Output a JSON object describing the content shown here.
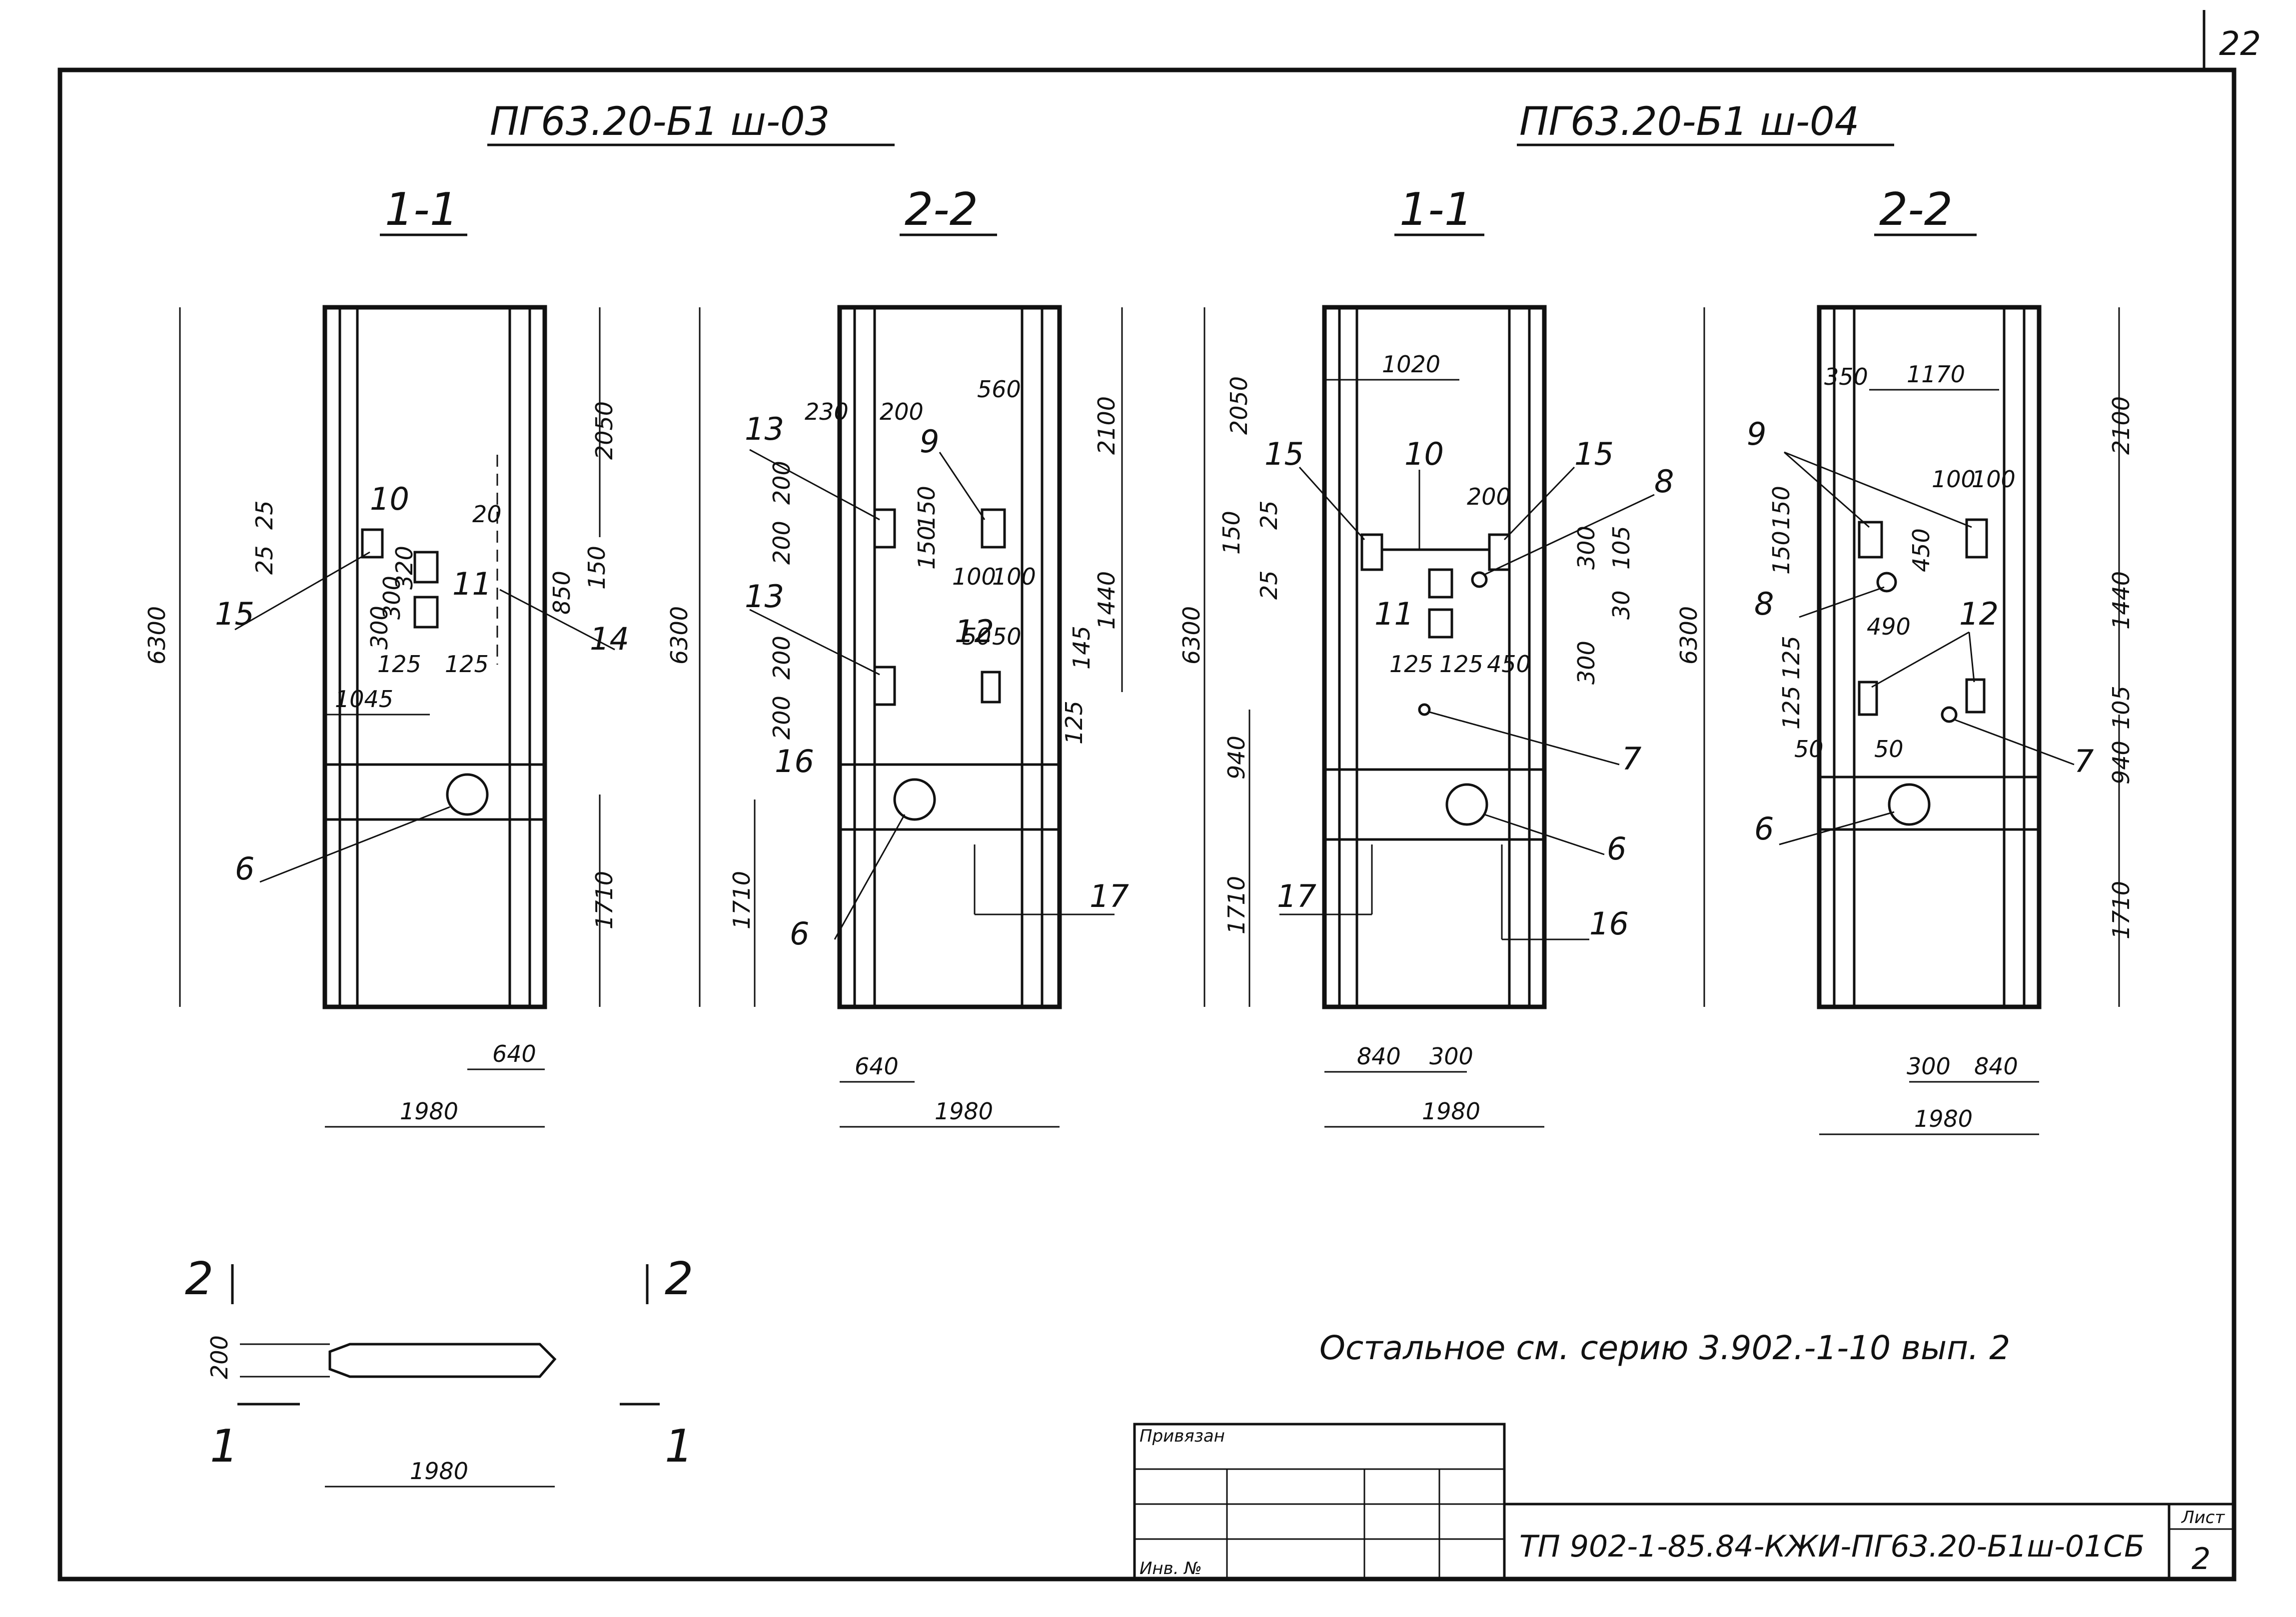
{
  "page_number": "22",
  "headers": {
    "left_product": "ПГ63.20-Б1 ш-03",
    "right_product": "ПГ63.20-Б1 ш-04"
  },
  "sections": [
    {
      "title": "1-1",
      "overall_height": "6300",
      "dims": [
        "2050",
        "25",
        "25",
        "20",
        "850",
        "150",
        "300",
        "300",
        "320",
        "125",
        "125",
        "1045",
        "1710",
        "640",
        "1980"
      ],
      "callouts": [
        "10",
        "11",
        "14",
        "15",
        "6"
      ]
    },
    {
      "title": "2-2",
      "overall_height": "6300",
      "dims": [
        "230",
        "200",
        "560",
        "2100",
        "200",
        "200",
        "150",
        "150",
        "100",
        "100",
        "1440",
        "200",
        "200",
        "50",
        "50",
        "145",
        "125",
        "1710",
        "640",
        "1980"
      ],
      "callouts": [
        "13",
        "9",
        "13",
        "12",
        "16",
        "6",
        "17"
      ]
    },
    {
      "title": "1-1",
      "overall_height": "6300",
      "dims": [
        "2050",
        "1020",
        "150",
        "25",
        "25",
        "200",
        "300",
        "105",
        "30",
        "125",
        "125",
        "450",
        "300",
        "940",
        "1710",
        "840",
        "300",
        "1980"
      ],
      "callouts": [
        "15",
        "10",
        "15",
        "8",
        "11",
        "7",
        "6",
        "17",
        "16"
      ]
    },
    {
      "title": "2-2",
      "overall_height": "6300",
      "dims": [
        "350",
        "1170",
        "100",
        "100",
        "150",
        "150",
        "450",
        "490",
        "2100",
        "1440",
        "125",
        "125",
        "50",
        "50",
        "105",
        "940",
        "1710",
        "300",
        "840",
        "1980"
      ],
      "callouts": [
        "9",
        "8",
        "12",
        "7",
        "6"
      ]
    }
  ],
  "plan": {
    "arrow_left": "2",
    "arrow_right": "2",
    "arrow_left_bottom": "1",
    "arrow_right_bottom": "1",
    "thickness": "200",
    "width": "1980"
  },
  "note": "Остальное см. серию 3.902.-1-10 вып. 2",
  "title_block": {
    "attached_label": "Привязан",
    "inv_label": "Инв. №",
    "document_code": "ТП 902-1-85.84-КЖИ-ПГ63.20-Б1ш-01СБ",
    "sheet_label": "Лист",
    "sheet_number": "2"
  },
  "colors": {
    "ink": "#111111",
    "paper": "#ffffff"
  }
}
